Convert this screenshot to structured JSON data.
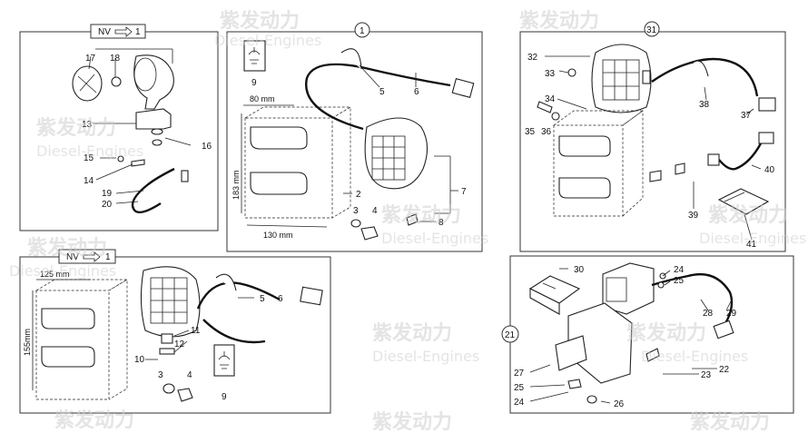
{
  "watermark": {
    "brand": "紫发动力",
    "sub": "Diesel-Engines",
    "color": "#cfcfcf"
  },
  "panels": {
    "p1": {
      "badge": "NV",
      "badge_num": "1",
      "labels": {
        "l17": "17",
        "l18": "18",
        "l13": "13",
        "l16": "16",
        "l15": "15",
        "l14": "14",
        "l19": "19",
        "l20": "20"
      }
    },
    "p2": {
      "circle": "1",
      "labels": {
        "l9": "9",
        "l5": "5",
        "l6": "6",
        "l2": "2",
        "l7": "7",
        "l3": "3",
        "l4": "4",
        "l8": "8"
      },
      "dims": {
        "w": "80 mm",
        "h": "183 mm",
        "d": "130 mm"
      }
    },
    "p3": {
      "circle": "31",
      "labels": {
        "l32": "32",
        "l33": "33",
        "l34": "34",
        "l38": "38",
        "l37": "37",
        "l35": "35",
        "l36": "36",
        "l40": "40",
        "l39": "39",
        "l41": "41"
      }
    },
    "p4": {
      "badge": "NV",
      "badge_num": "1",
      "labels": {
        "l5": "5",
        "l6": "6",
        "l11": "11",
        "l12": "12",
        "l10": "10",
        "l3": "3",
        "l4": "4",
        "l9": "9"
      },
      "dims": {
        "w": "125 mm",
        "h": "155mm"
      }
    },
    "p5": {
      "circle": "21",
      "labels": {
        "l30": "30",
        "l24a": "24",
        "l25a": "25",
        "l28": "28",
        "l29": "29",
        "l22": "22",
        "l23": "23",
        "l27": "27",
        "l25b": "25",
        "l24b": "24",
        "l26": "26"
      }
    }
  }
}
